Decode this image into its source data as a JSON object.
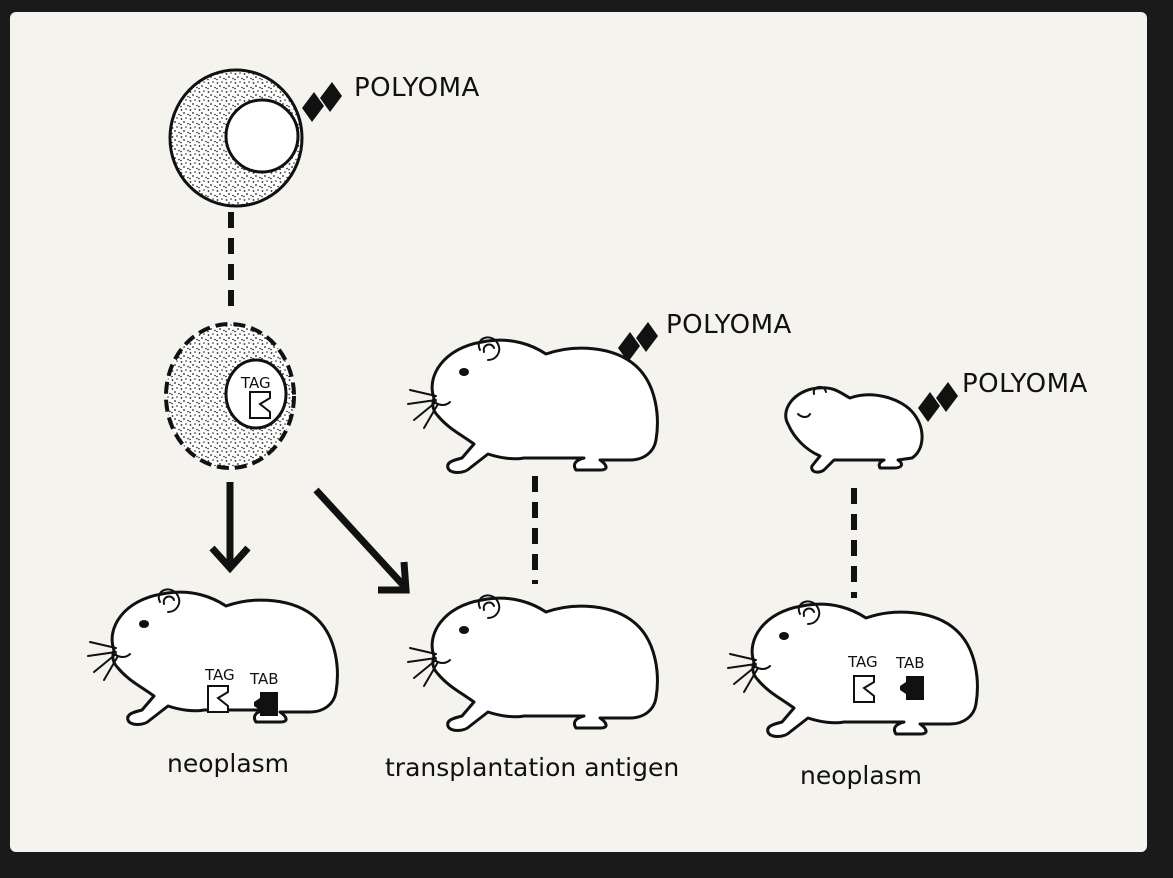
{
  "virus_labels": {
    "cell": "POLYOMA",
    "adult_hamster": "POLYOMA",
    "newborn_hamster": "POLYOMA"
  },
  "antigen_labels": {
    "cell_tag": "TAG",
    "left_tag": "TAG",
    "left_tab": "TAB",
    "right_tag": "TAG",
    "right_tab": "TAB"
  },
  "captions": {
    "left": "neoplasm",
    "middle": "transplantation antigen",
    "right": "neoplasm"
  },
  "colors": {
    "background": "#f4f3ee",
    "ink": "#111111",
    "frame": "#1a1a1a"
  },
  "icons": {
    "virus": "virus-particle-icon",
    "cell": "cell-icon",
    "hamster": "hamster-icon"
  }
}
